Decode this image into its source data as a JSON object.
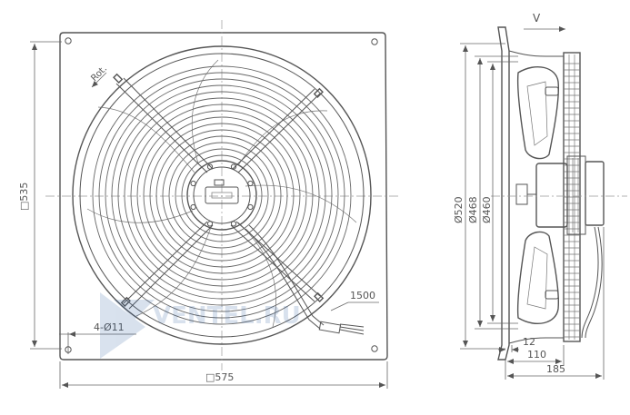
{
  "front_view": {
    "rotation_label": "Rot.",
    "height_dim": "□535",
    "width_dim": "□575",
    "holes_label": "4-Ø11",
    "cable_label": "1500"
  },
  "side_view": {
    "airflow_label": "V",
    "dia_520": "Ø520",
    "dia_468": "Ø468",
    "dia_460": "Ø460",
    "dim_12": "12",
    "dim_110": "110",
    "dim_185": "185"
  },
  "watermark": {
    "text": "VENTEL.RU"
  }
}
